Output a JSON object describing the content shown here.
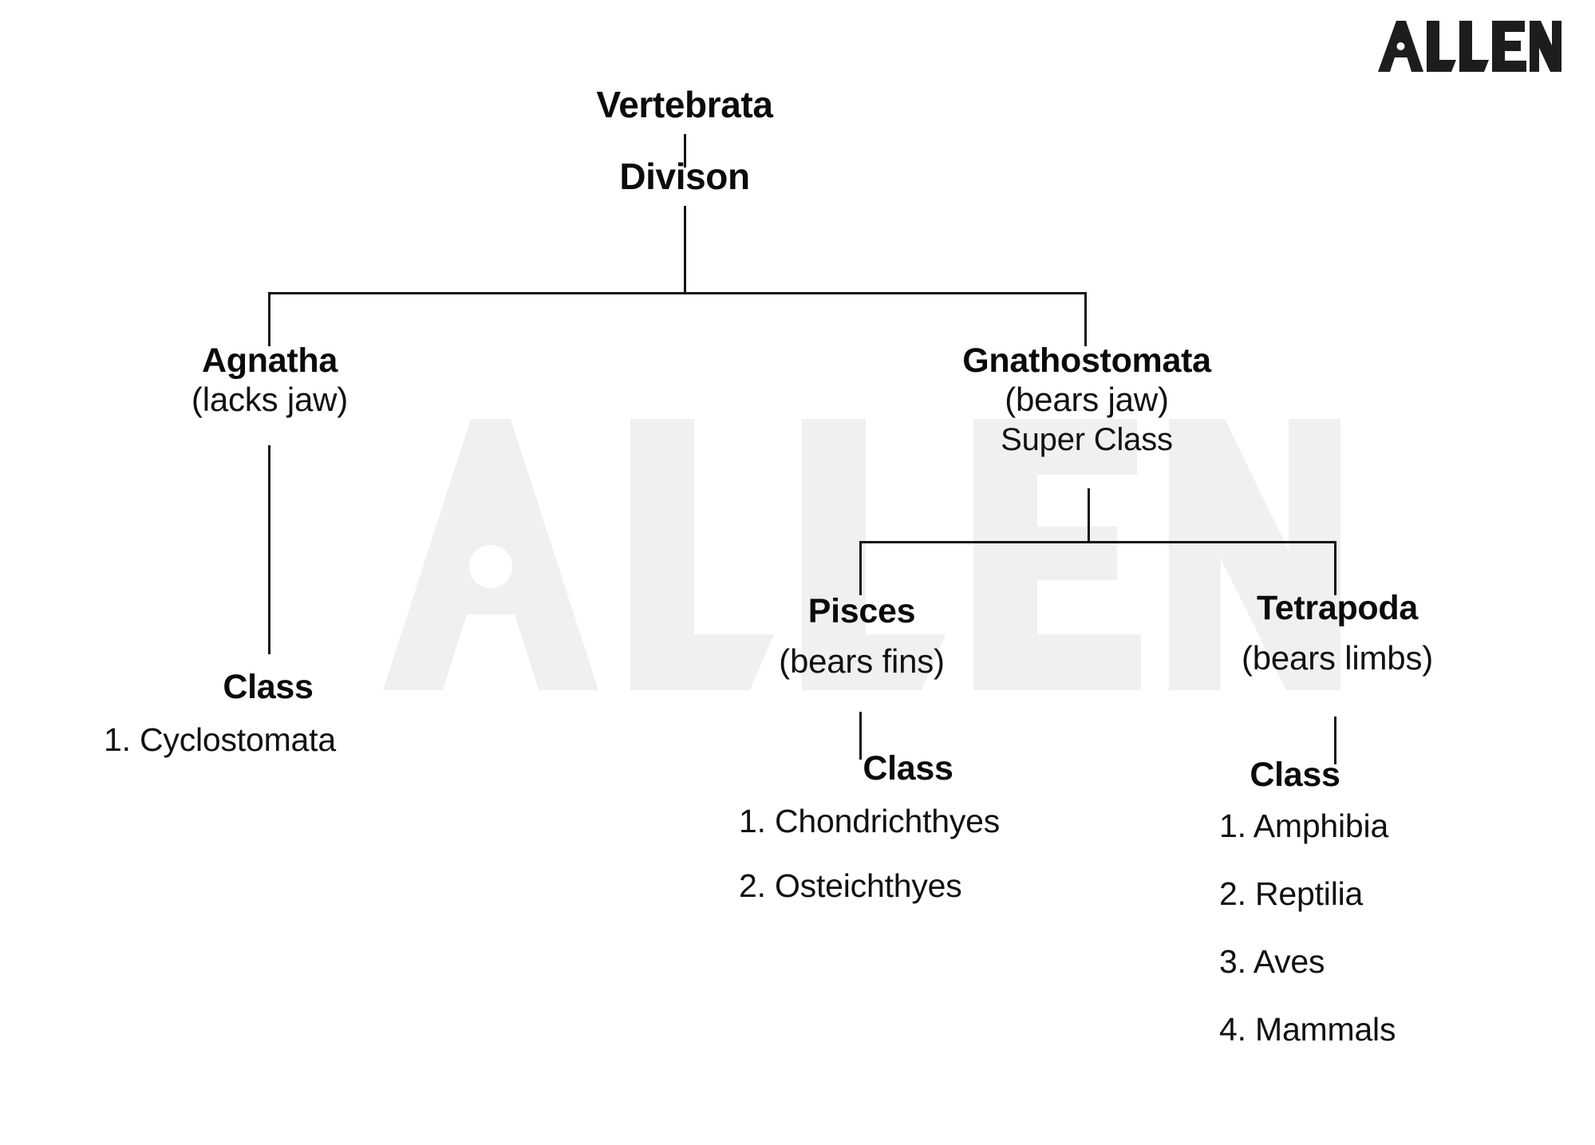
{
  "brand": {
    "logo_text": "ALLEN",
    "watermark_text": "ALLEN",
    "logo_color": "#1d1d1d",
    "watermark_color": "#f0f0f0"
  },
  "diagram": {
    "type": "hierarchy-tree",
    "title": "Vertebrata classification",
    "line_color": "#141414",
    "background": "#ffffff",
    "nodes": {
      "root": {
        "label": "Vertebrata",
        "rank_label": "Divison"
      },
      "agnatha": {
        "label": "Agnatha",
        "note": "(lacks jaw)"
      },
      "gnathostomata": {
        "label": "Gnathostomata",
        "note": "(bears jaw)",
        "rank_label": "Super Class"
      },
      "pisces": {
        "label": "Pisces",
        "note": "(bears fins)"
      },
      "tetrapoda": {
        "label": "Tetrapoda",
        "note": "(bears limbs)"
      }
    },
    "class_groups": {
      "agnatha_classes": {
        "heading": "Class",
        "items": [
          "1. Cyclostomata"
        ]
      },
      "pisces_classes": {
        "heading": "Class",
        "items": [
          "1. Chondrichthyes",
          "2. Osteichthyes"
        ]
      },
      "tetrapoda_classes": {
        "heading": "Class",
        "items": [
          "1. Amphibia",
          "2. Reptilia",
          "3. Aves",
          "4. Mammals"
        ]
      }
    }
  }
}
